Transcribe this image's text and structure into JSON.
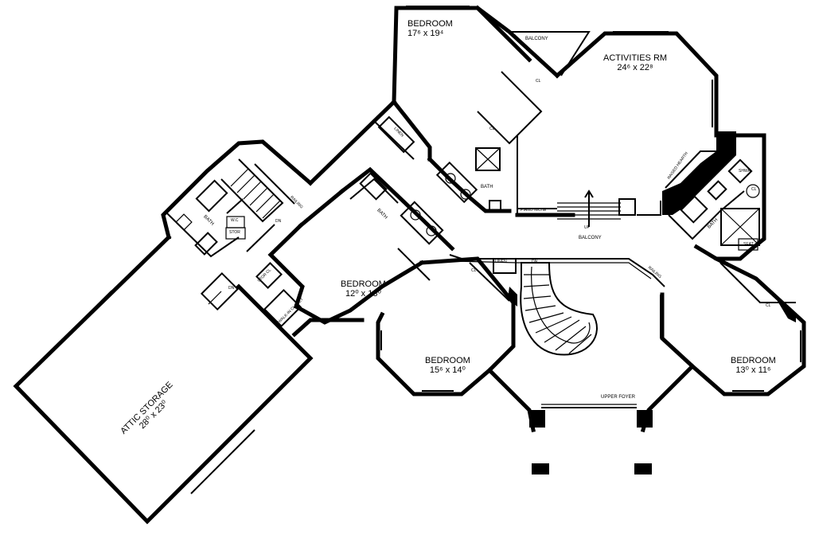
{
  "rooms": {
    "bedroom_nw": {
      "name": "BEDROOM",
      "dims": "17⁶ x 19⁴"
    },
    "activities": {
      "name": "ACTIVITIES RM",
      "dims": "24⁶ x 22⁸"
    },
    "bedroom_mid": {
      "name": "BEDROOM",
      "dims": "12⁰ x 13⁰"
    },
    "bedroom_s": {
      "name": "BEDROOM",
      "dims": "15⁶ x 14⁰"
    },
    "bedroom_e": {
      "name": "BEDROOM",
      "dims": "13⁰ x 11⁶"
    },
    "attic": {
      "name": "ATTIC STORAGE",
      "dims": "28⁰ x 23⁰"
    }
  },
  "labels": {
    "balcony_top": "BALCONY",
    "balcony_mid": "BALCONY",
    "upper_foyer": "UPPER FOYER",
    "bath_center": "BATH",
    "bath_mid": "BATH",
    "bath_west": "BATH",
    "bath_east": "BATH",
    "linen_north": "LINEN",
    "linen_south": "LINEN",
    "cl_1": "CL",
    "cl_2": "CL",
    "cl_3": "CL",
    "cl_4": "CL",
    "cl_5": "CL",
    "piano_niche": "PIANO NICHE",
    "raised_hearth": "RAISED HEARTH",
    "stor_cl": "STOR CL",
    "walkin_closet": "WALK-IN CLOSET",
    "stor": "STOR",
    "dn_west": "DN",
    "dn_stair": "DN",
    "dn_main": "DN",
    "up": "UP",
    "railing_west": "RAILING",
    "railing_east": "RAILING",
    "wc": "W.C",
    "seat": "SEAT",
    "shwr": "SHWR",
    "closet_e": "CL"
  }
}
